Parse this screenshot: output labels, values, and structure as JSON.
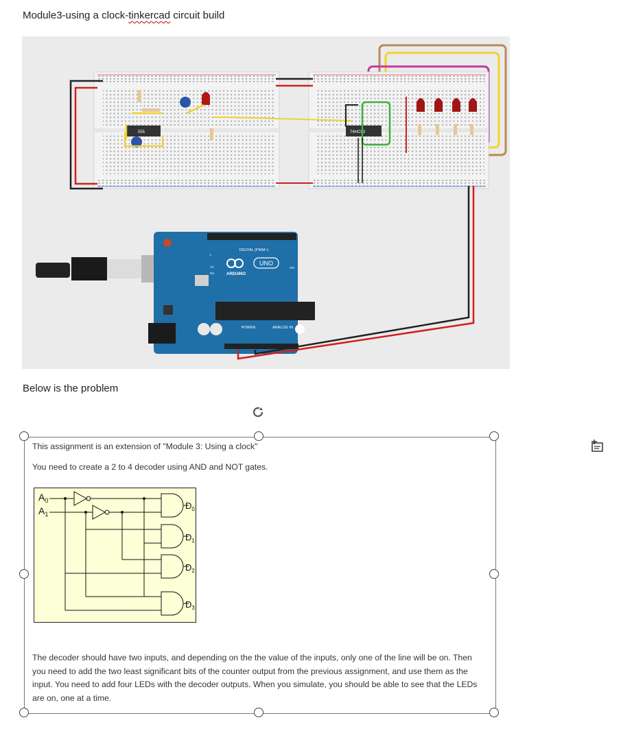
{
  "document": {
    "title_prefix": "Module3-using a clock-",
    "title_misspelled": "tinkercad",
    "title_suffix": " circuit build",
    "problem_heading": "Below is the problem"
  },
  "circuit": {
    "chip_555": "555",
    "chip_counter": "74HC93",
    "arduino": {
      "digital_label": "DIGITAL (PWM~)",
      "brand": "ARDUINO",
      "model": "UNO",
      "power_label": "POWER",
      "analog_label": "ANALOG IN",
      "tx": "TX",
      "rx": "RX",
      "l": "L",
      "on": "ON"
    }
  },
  "problem": {
    "line1": "This assignment is an extension of \"Module 3: Using a clock\"",
    "line2": "You need to create a 2 to 4 decoder using AND and NOT gates.",
    "inputs": [
      "A0",
      "A1"
    ],
    "outputs": [
      "D0",
      "D1",
      "D2",
      "D3"
    ],
    "line3": "The decoder should have two inputs, and depending on the the value of the inputs, only one of the line will be on. Then you need to add the two least significant bits of the counter output from the previous assignment, and use them as the input. You need to add four LEDs with the decoder outputs. When you simulate, you should be able to see that the LEDs are on, one at a time."
  },
  "colors": {
    "wire_red": "#d11f1f",
    "wire_black": "#222222",
    "wire_yellow": "#f2d22e",
    "wire_pink": "#c03aa0",
    "wire_green": "#3ab13a",
    "wire_brown": "#b8895a",
    "arduino_blue": "#1f6fa8",
    "diagram_bg": "#fdffd6"
  }
}
